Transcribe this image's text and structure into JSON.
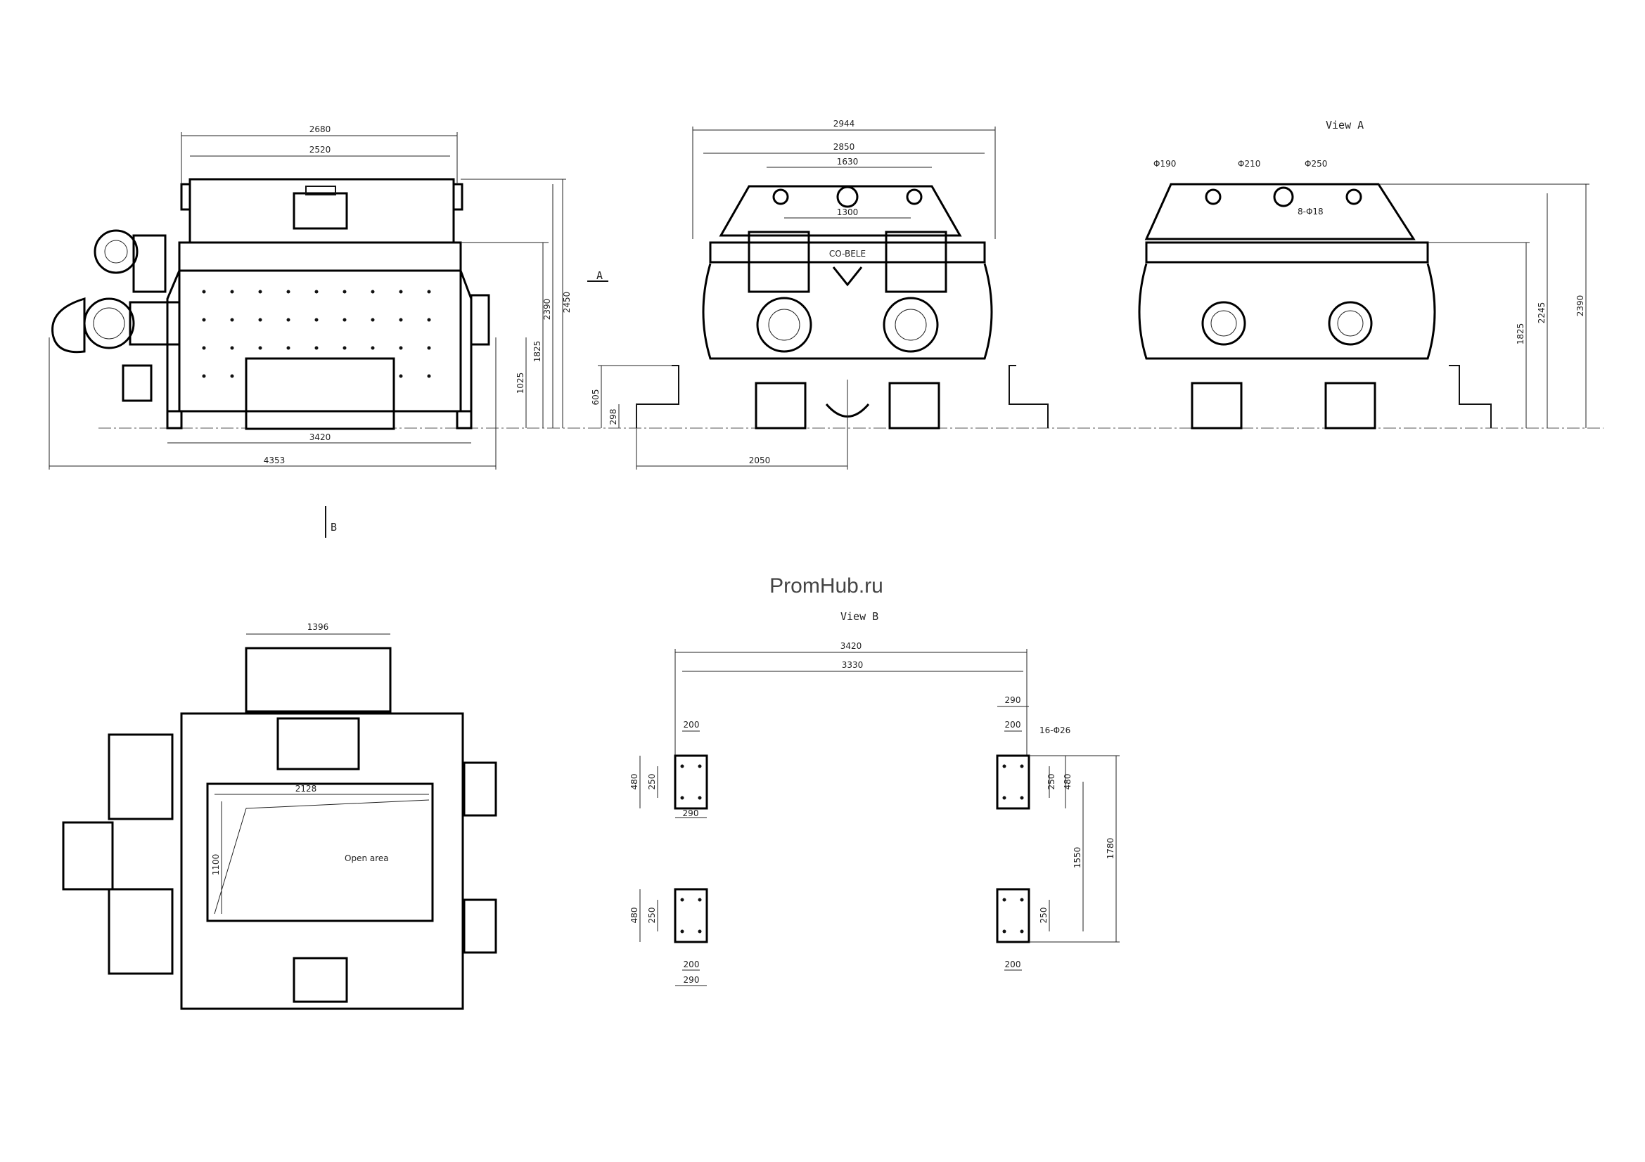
{
  "watermark": "PromHub.ru",
  "views": {
    "view_a_title": "View A",
    "view_b_title": "View B",
    "arrow_a": "A",
    "arrow_b": "B",
    "open_area": "Open area",
    "brand": "CO-BELE"
  },
  "side_view": {
    "w_2680": "2680",
    "w_2520": "2520",
    "w_3420": "3420",
    "w_4353": "4353",
    "h_1025": "1025",
    "h_1825": "1825",
    "h_2390": "2390",
    "h_2450": "2450"
  },
  "front_view": {
    "w_2944": "2944",
    "w_2850": "2850",
    "w_1630": "1630",
    "w_1300": "1300",
    "w_2050": "2050",
    "h_605": "605",
    "h_298": "298"
  },
  "view_a": {
    "d_190": "Φ190",
    "d_210": "Φ210",
    "d_250": "Φ250",
    "holes": "8-Φ18",
    "h_1825": "1825",
    "h_2245": "2245",
    "h_2390": "2390"
  },
  "plan_view": {
    "w_1396": "1396",
    "w_2128": "2128",
    "h_1100": "1100"
  },
  "view_b": {
    "w_3420": "3420",
    "w_3330": "3330",
    "w_290_top": "290",
    "w_200_tl": "200",
    "w_200_tr": "200",
    "holes": "16-Φ26",
    "h_480_l": "480",
    "h_250_l": "250",
    "w_290_l": "290",
    "h_250_r": "250",
    "h_480_r": "480",
    "h_1550": "1550",
    "h_1780": "1780",
    "h_480_bl": "480",
    "h_250_bl": "250",
    "h_250_br": "250",
    "w_200_bl": "200",
    "w_290_bl": "290",
    "w_200_br": "200"
  }
}
